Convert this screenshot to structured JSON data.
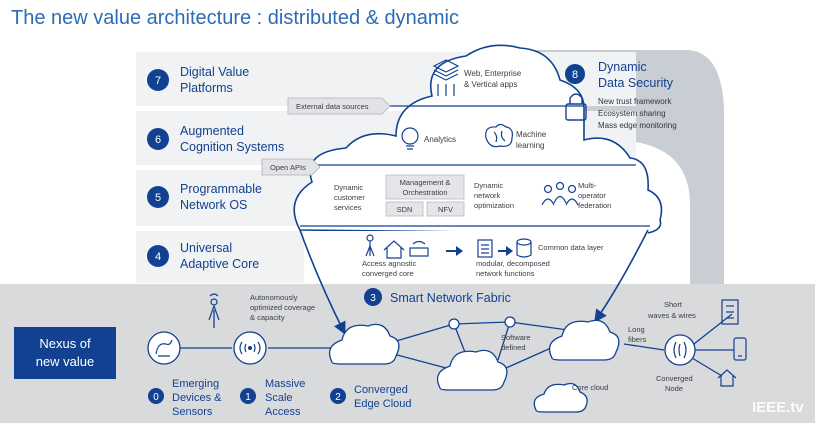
{
  "title": "The new value architecture : distributed & dynamic",
  "colors": {
    "brand": "#124191",
    "fabric_bg": "#d9dadc",
    "layer_bg": "#f1f2f4",
    "security_bg": "#c9cdd4",
    "line": "#124191"
  },
  "layers": [
    {
      "num": "7",
      "line1": "Digital Value",
      "line2": "Platforms"
    },
    {
      "num": "6",
      "line1": "Augmented",
      "line2": "Cognition Systems"
    },
    {
      "num": "5",
      "line1": "Programmable",
      "line2": "Network OS"
    },
    {
      "num": "4",
      "line1": "Universal",
      "line2": "Adaptive Core"
    }
  ],
  "interfaces": {
    "external": "External data sources",
    "open_apis": "Open APIs"
  },
  "top_cloud": {
    "web_line1": "Web, Enterprise",
    "web_line2": "& Vertical apps"
  },
  "cognition": {
    "analytics": "Analytics",
    "ml_line1": "Machine",
    "ml_line2": "learning"
  },
  "os": {
    "dyn_customer": [
      "Dynamic",
      "customer",
      "services"
    ],
    "mgmt_line1": "Management &",
    "mgmt_line2": "Orchestration",
    "sdn": "SDN",
    "nfv": "NFV",
    "dyn_network": [
      "Dynamic",
      "network",
      "optimization"
    ],
    "multi": [
      "Multi-",
      "operator",
      "federation"
    ]
  },
  "core": {
    "access_line1": "Access agnostic",
    "access_line2": "converged core",
    "modular_line1": "modular, decomposed",
    "modular_line2": "network functions",
    "common_data": "Common data layer"
  },
  "security": {
    "num": "8",
    "line1": "Dynamic",
    "line2": "Data Security",
    "items": [
      "New trust framework",
      "Ecosystem sharing",
      "Mass edge monitoring"
    ]
  },
  "fabric": {
    "num": "3",
    "label": "Smart Network Fabric",
    "nexus_line1": "Nexus of",
    "nexus_line2": "new value",
    "auto": [
      "Autonomously",
      "optimized coverage",
      "& capacity"
    ],
    "software": [
      "Software",
      "defined"
    ],
    "core_cloud": "Core cloud",
    "short": [
      "Short",
      "waves & wires"
    ],
    "long": [
      "Long",
      "fibers"
    ],
    "converged_node": [
      "Converged",
      "Node"
    ]
  },
  "bottom": [
    {
      "num": "0",
      "lines": [
        "Emerging",
        "Devices &",
        "Sensors"
      ]
    },
    {
      "num": "1",
      "lines": [
        "Massive",
        "Scale",
        "Access"
      ]
    },
    {
      "num": "2",
      "lines": [
        "Converged",
        "Edge Cloud"
      ]
    }
  ],
  "watermark": "IEEE.tv"
}
